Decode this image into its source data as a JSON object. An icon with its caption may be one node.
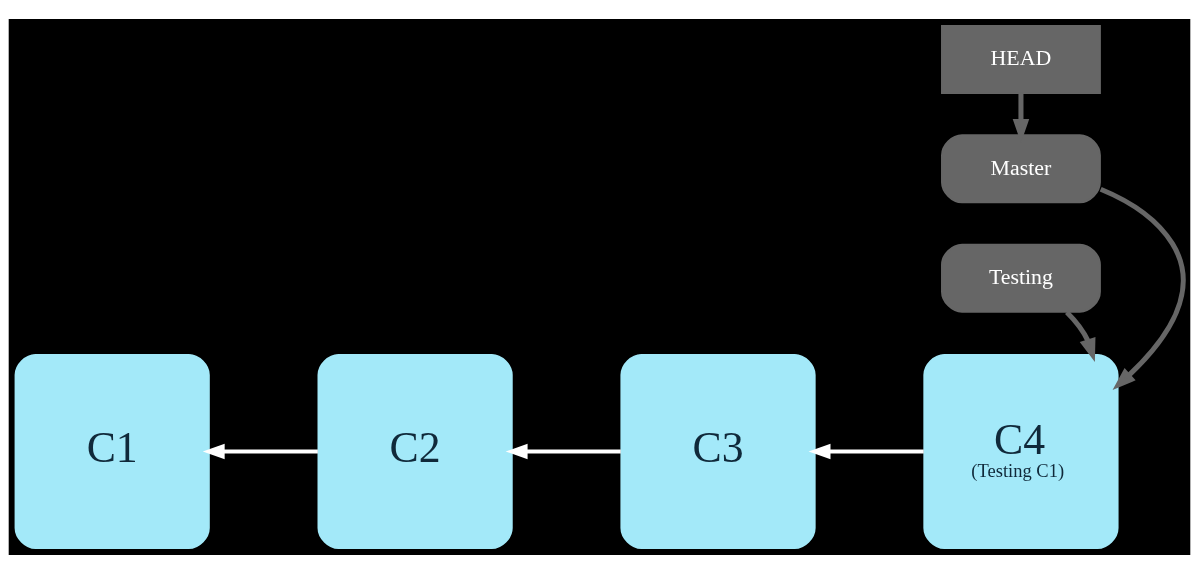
{
  "diagram": {
    "nodes": [
      {
        "text": [
          "C1"
        ]
      },
      {
        "text": [
          "C2"
        ]
      },
      {
        "text": [
          "C3"
        ]
      },
      {
        "text": [
          "C4",
          "(Testing C1)"
        ]
      },
      {
        "text": [
          "HEAD"
        ]
      },
      {
        "text": [
          "Master"
        ]
      },
      {
        "text": [
          "Testing"
        ]
      }
    ],
    "edges": [
      {
        "from": 1,
        "to": 0,
        "arrow": "to"
      },
      {
        "from": 2,
        "to": 1,
        "arrow": "to"
      },
      {
        "from": 3,
        "to": 2,
        "arrow": "to"
      },
      {
        "from": 4,
        "to": 5,
        "arrow": "to",
        "color": "#666666"
      },
      {
        "from": 5,
        "to": 3,
        "arrow": "to",
        "color": "#666666"
      },
      {
        "from": 6,
        "to": 3,
        "arrow": "to",
        "color": "#666666"
      }
    ]
  }
}
